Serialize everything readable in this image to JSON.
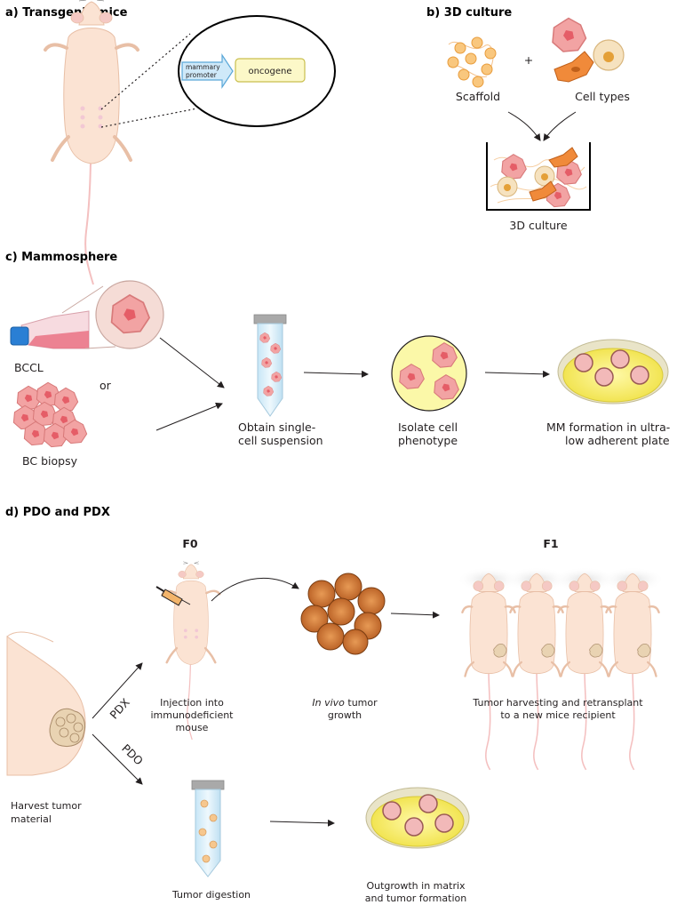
{
  "sections": {
    "a": {
      "title": "a) Transgenic mice",
      "promoter_line1": "mammary",
      "promoter_line2": "promoter",
      "gene": "oncogene"
    },
    "b": {
      "title": "b) 3D culture",
      "plus": "+",
      "scaffold": "Scaffold",
      "cell_types": "Cell types",
      "culture": "3D culture"
    },
    "c": {
      "title": "c) Mammosphere",
      "bccl": "BCCL",
      "or": "or",
      "biopsy": "BC biopsy",
      "step1_line1": "Obtain single-",
      "step1_line2": "cell suspension",
      "step2_line1": "Isolate cell",
      "step2_line2": "phenotype",
      "step3_line1": "MM formation in ultra-",
      "step3_line2": "low adherent plate"
    },
    "d": {
      "title": "d) PDO and PDX",
      "f0": "F0",
      "f1": "F1",
      "pdx": "PDX",
      "pdo": "PDO",
      "harvest_line1": "Harvest tumor",
      "harvest_line2": "material",
      "injection_line1": "Injection into",
      "injection_line2": "immunodeficient",
      "injection_line3": "mouse",
      "invivo_italic": "In vivo",
      "invivo_rest": " tumor",
      "invivo_line2": "growth",
      "retransplant_line1": "Tumor harvesting and retransplant",
      "retransplant_line2": "to a new mice recipient",
      "digestion": "Tumor digestion",
      "outgrowth_line1": "Outgrowth in matrix",
      "outgrowth_line2": "and tumor formation"
    }
  }
}
